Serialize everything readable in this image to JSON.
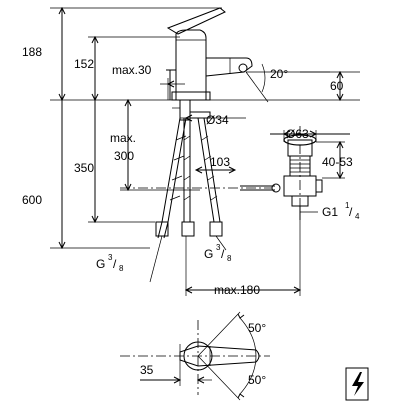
{
  "dimensions": {
    "d188": "188",
    "d152": "152",
    "max30": "max.30",
    "angle20": "20°",
    "d60": "60",
    "dia34": "Ø34",
    "max_label": "max.",
    "d300": "300",
    "dia63": "Ø63",
    "d350": "350",
    "d103": "103",
    "range": "40-53",
    "d600": "600",
    "g1": "G1",
    "g1_num": "1",
    "g1_den": "4",
    "g_left": "G",
    "g_left_num": "3",
    "g_left_den": "8",
    "g_right": "G",
    "g_right_num": "3",
    "g_right_den": "8",
    "max180": "max.180",
    "angle50_top": "50°",
    "d35": "35",
    "angle50_bottom": "50°"
  },
  "icons": {
    "electric": "lightning-bolt-icon"
  }
}
